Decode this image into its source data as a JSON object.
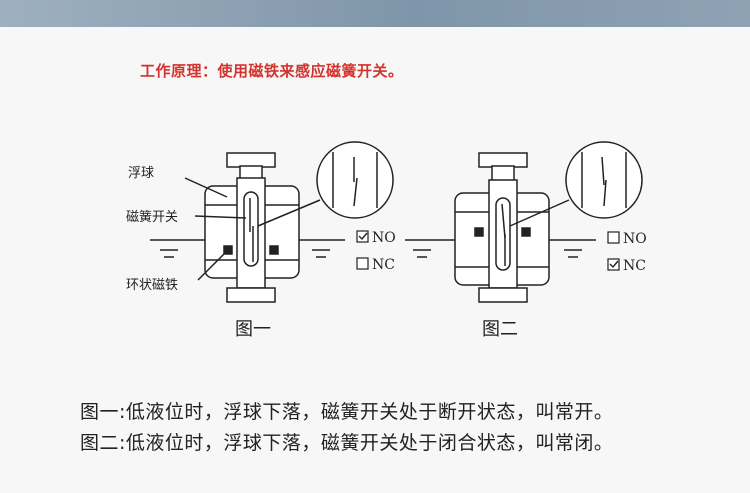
{
  "header": {
    "principle": "工作原理：使用磁铁来感应磁簧开关。"
  },
  "diagram": {
    "labels": {
      "float_ball": "浮球",
      "reed_switch": "磁簧开关",
      "ring_magnet": "环状磁铁"
    },
    "figures": [
      {
        "caption": "图一",
        "options": [
          {
            "label": "NO",
            "checked": true
          },
          {
            "label": "NC",
            "checked": false
          }
        ]
      },
      {
        "caption": "图二",
        "options": [
          {
            "label": "NO",
            "checked": false
          },
          {
            "label": "NC",
            "checked": true
          }
        ]
      }
    ]
  },
  "descriptions": [
    "图一:低液位时，浮球下落，磁簧开关处于断开状态，叫常开。",
    "图二:低液位时，浮球下落，磁簧开关处于闭合状态，叫常闭。"
  ]
}
